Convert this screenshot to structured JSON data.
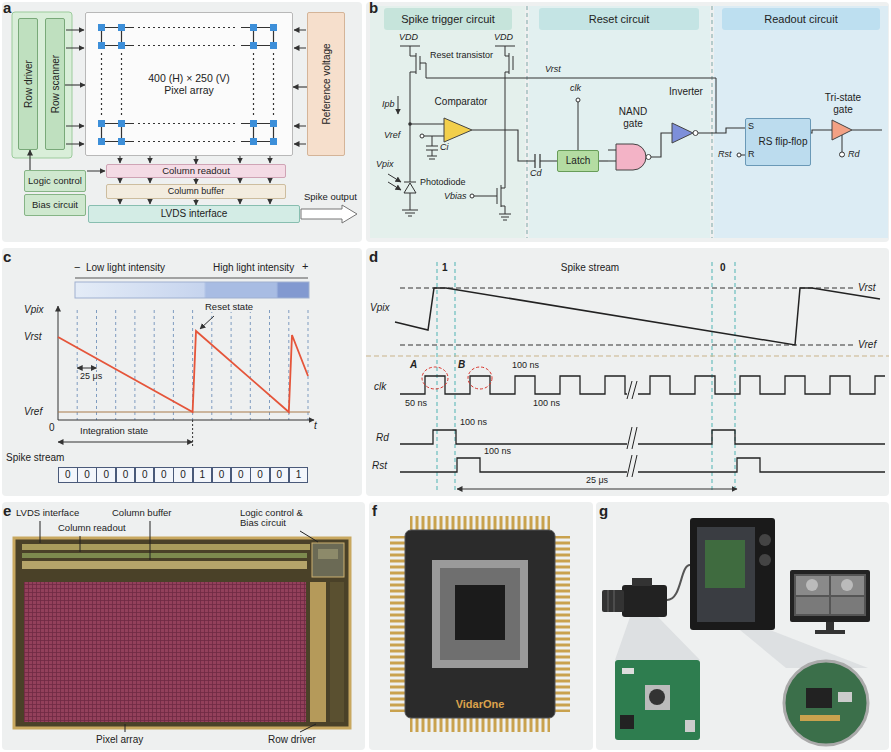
{
  "diagram": {
    "nodes": [
      {
        "text": [
          "Row driver"
        ]
      },
      {
        "text": [
          "Row scanner"
        ]
      },
      {
        "text": [
          "400 (H) × 250 (V) Pixel array"
        ]
      },
      {
        "text": [
          "Reference voltage"
        ]
      },
      {
        "text": [
          "Logic control"
        ]
      },
      {
        "text": [
          "Bias circuit"
        ]
      },
      {
        "text": [
          "Column readout"
        ]
      },
      {
        "text": [
          "Column buffer"
        ]
      },
      {
        "text": [
          "LVDS interface"
        ]
      },
      {
        "text": [
          "Spike trigger circuit"
        ]
      },
      {
        "text": [
          "Comparator"
        ],
        "in": 9
      },
      {
        "text": [
          "Reset circuit"
        ]
      },
      {
        "text": [
          "Latch"
        ],
        "in": 11
      },
      {
        "text": [
          "NAND gate"
        ],
        "in": 11
      },
      {
        "text": [
          "Inverter"
        ],
        "in": 11
      },
      {
        "text": [
          "Readout circuit"
        ]
      },
      {
        "text": [
          "RS flip-flop"
        ],
        "in": 15
      },
      {
        "text": [
          "Tri-state gate"
        ],
        "in": 15
      }
    ],
    "edges": [
      {
        "from": 1,
        "to": 2,
        "arrow": "to"
      },
      {
        "from": 3,
        "to": 2,
        "arrow": "to"
      },
      {
        "from": 2,
        "to": 6,
        "arrow": "to"
      },
      {
        "from": 6,
        "to": 7,
        "arrow": "to"
      },
      {
        "from": 7,
        "to": 8,
        "arrow": "to"
      },
      {
        "from": 4,
        "to": 0,
        "arrow": "to"
      },
      {
        "from": 10,
        "to": 12,
        "arrow": "none"
      },
      {
        "from": 12,
        "to": 13,
        "arrow": "none"
      },
      {
        "from": 13,
        "to": 14,
        "arrow": "none"
      },
      {
        "from": 14,
        "to": 16,
        "arrow": "none"
      },
      {
        "from": 16,
        "to": 17,
        "arrow": "none"
      }
    ],
    "labels": [
      "a",
      "b",
      "c",
      "d",
      "e",
      "f",
      "g",
      "Spike output",
      "VDD",
      "VDD",
      "Reset transistor",
      "Vrst",
      "clk",
      "Ipb",
      "Vref",
      "Ci",
      "Cd",
      "Vpix",
      "Photodiode",
      "Vbias",
      "S",
      "R",
      "Rst",
      "Rd",
      "−",
      "Low light intensity",
      "High light intensity",
      "+",
      "Vpix",
      "Vrst",
      "Reset state",
      "25 μs",
      "Vref",
      "0",
      "t",
      "Integration state",
      "Spike stream",
      "0",
      "0",
      "0",
      "0",
      "0",
      "0",
      "0",
      "1",
      "0",
      "0",
      "0",
      "0",
      "1",
      "1",
      "Spike stream",
      "0",
      "Vrst",
      "Vpix",
      "Vref",
      "A",
      "B",
      "100 ns",
      "clk",
      "50 ns",
      "100 ns",
      "Rd",
      "100 ns",
      "Rst",
      "100 ns",
      "25 μs",
      "LVDS interface",
      "Column readout",
      "Column buffer",
      "Logic control & Bias circuit",
      "Pixel array",
      "Row driver",
      "VidarOne"
    ]
  }
}
